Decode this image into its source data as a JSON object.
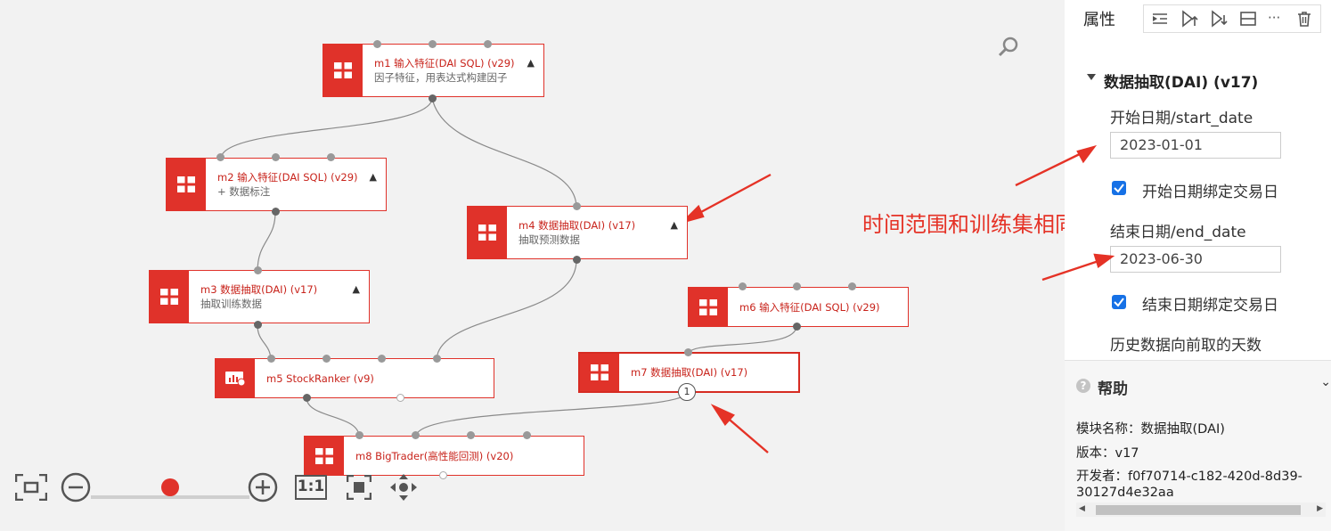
{
  "canvas": {
    "nodes": [
      {
        "id": "m1",
        "title": "m1 输入特征(DAI SQL) (v29)",
        "subtitle": "因子特征，用表达式构建因子",
        "collapse": "^"
      },
      {
        "id": "m2",
        "title": "m2 输入特征(DAI SQL) (v29)",
        "subtitle": "+ 数据标注",
        "collapse": "^"
      },
      {
        "id": "m4",
        "title": "m4 数据抽取(DAI) (v17)",
        "subtitle": "抽取预测数据",
        "collapse": "^"
      },
      {
        "id": "m3",
        "title": "m3 数据抽取(DAI) (v17)",
        "subtitle": "抽取训练数据",
        "collapse": "^"
      },
      {
        "id": "m6",
        "title": "m6 输入特征(DAI SQL) (v29)",
        "subtitle": "",
        "collapse": ""
      },
      {
        "id": "m5",
        "title": "m5 StockRanker (v9)",
        "subtitle": "",
        "collapse": ""
      },
      {
        "id": "m7",
        "title": "m7 数据抽取(DAI) (v17)",
        "subtitle": "",
        "collapse": ""
      },
      {
        "id": "m8",
        "title": "m8 BigTrader(高性能回测) (v20)",
        "subtitle": "",
        "collapse": ""
      }
    ],
    "m7_badge": "1",
    "annotation": "时间范围和训练集相同",
    "zoom_level": 0.5,
    "toolbar_icons": [
      "fit-screen-icon",
      "zoom-out-icon",
      "zoom-slider",
      "zoom-in-icon",
      "actual-size-icon",
      "center-icon",
      "pan-icon"
    ],
    "actual_size_label": "1:1"
  },
  "panel": {
    "title": "属性",
    "toolbar_icons": [
      "indent-icon",
      "run-up-icon",
      "run-down-icon",
      "split-icon",
      "more-icon",
      "delete-icon"
    ],
    "more_glyph": "···",
    "section_title": "数据抽取(DAI) (v17)",
    "start_date_label": "开始日期/start_date",
    "start_date_value": "2023-01-01",
    "start_bind_label": "开始日期绑定交易日",
    "end_date_label": "结束日期/end_date",
    "end_date_value": "2023-06-30",
    "end_bind_label": "结束日期绑定交易日",
    "history_days_label": "历史数据向前取的天数",
    "accent": "#1671e6"
  },
  "help": {
    "title": "帮助",
    "module_name": "模块名称：数据抽取(DAI)",
    "version": "版本：v17",
    "developer_line1": "开发者：f0f70714-c182-420d-8d39-",
    "developer_line2": "30127d4e32aa"
  },
  "colors": {
    "node_red": "#e0322a",
    "annotation_red": "#e53226",
    "canvas_bg": "#f2f2f2"
  }
}
